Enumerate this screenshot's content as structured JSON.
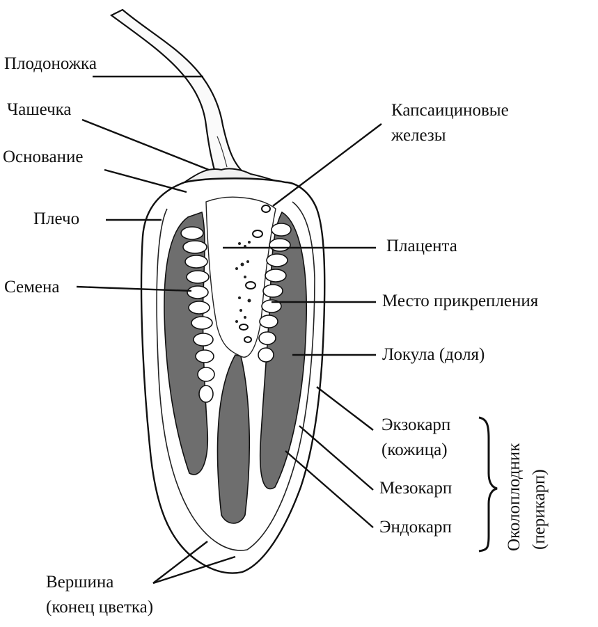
{
  "labels": {
    "stalk": "Плодоножка",
    "calyx": "Чашечка",
    "base": "Основание",
    "shoulder": "Плечо",
    "seeds": "Семена",
    "capsaicin_glands_1": "Капсаициновые",
    "capsaicin_glands_2": "железы",
    "placenta": "Плацента",
    "attachment": "Место прикрепления",
    "locule": "Локула (доля)",
    "exocarp_1": "Экзокарп",
    "exocarp_2": "(кожица)",
    "mesocarp": "Мезокарп",
    "endocarp": "Эндокарп",
    "pericarp_1": "Околоплодник",
    "pericarp_2": "(перикарп)",
    "apex_1": "Вершина",
    "apex_2": "(конец цветка)"
  }
}
